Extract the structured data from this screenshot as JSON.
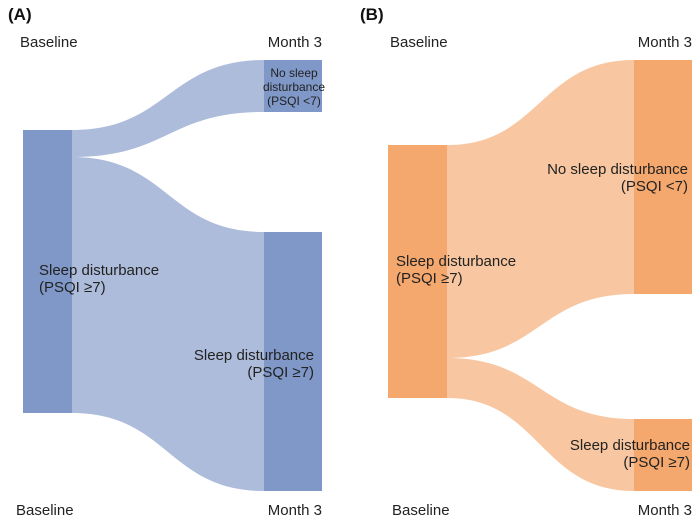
{
  "panels": [
    {
      "tag": "(A)",
      "top_left_label": "Baseline",
      "top_right_label": "Month 3",
      "bottom_left_label": "Baseline",
      "bottom_right_label": "Month 3",
      "colors": {
        "node": "#7f98c8",
        "flow": "#adbcdb"
      },
      "baseline_node": {
        "line1": "Sleep disturbance",
        "line2": "(PSQI ≥7)"
      },
      "month3_top_node": {
        "line1": "No sleep",
        "line2": "disturbance",
        "line3": "(PSQI <7)"
      },
      "month3_bottom_node": {
        "line1": "Sleep disturbance",
        "line2": "(PSQI ≥7)"
      }
    },
    {
      "tag": "(B)",
      "top_left_label": "Baseline",
      "top_right_label": "Month 3",
      "bottom_left_label": "Baseline",
      "bottom_right_label": "Month 3",
      "colors": {
        "node": "#f4a86e",
        "flow": "#f8c7a1"
      },
      "baseline_node": {
        "line1": "Sleep disturbance",
        "line2": "(PSQI ≥7)"
      },
      "month3_top_node": {
        "line1": "No sleep disturbance",
        "line2": "(PSQI <7)"
      },
      "month3_bottom_node": {
        "line1": "Sleep disturbance",
        "line2": "(PSQI ≥7)"
      }
    }
  ]
}
